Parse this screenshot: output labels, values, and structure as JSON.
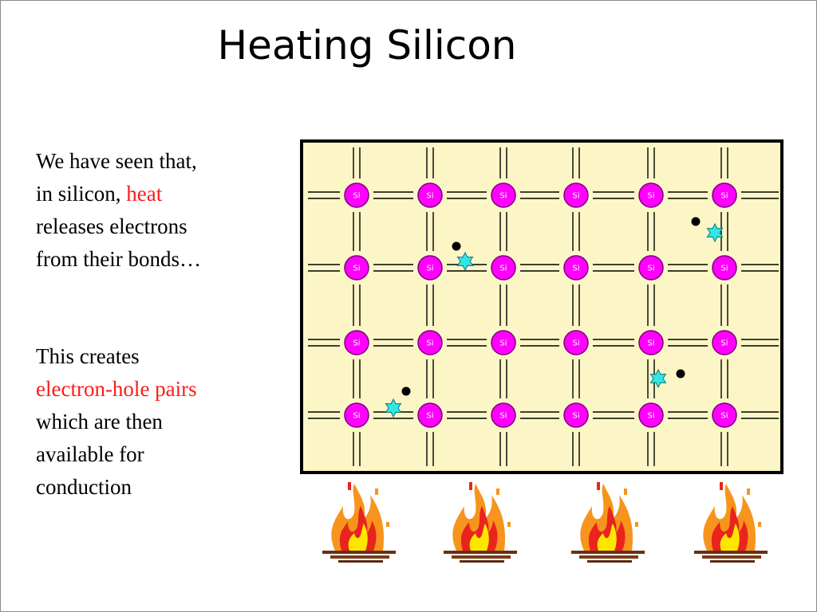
{
  "slide": {
    "title": "Heating Silicon",
    "paragraph1": {
      "line1": "We have seen that,",
      "line2_pre": "in silicon, ",
      "line2_hl": "heat",
      "line3": "releases electrons",
      "line4": "from their bonds…"
    },
    "paragraph2": {
      "line1": "This creates",
      "line2_hl": "electron-hole pairs",
      "line3": "which are then",
      "line4": "available for",
      "line5": "conduction"
    },
    "highlight_color": "#ff1a1a"
  },
  "lattice": {
    "atom_label": "Si",
    "rows": 4,
    "cols": 6,
    "background": "#fcf6c6",
    "atom_color": "#ff00ff",
    "hole_color": "#33e6e6",
    "free_electrons": 4,
    "holes": 4
  },
  "fires": {
    "count": 4,
    "icon": "campfire-icon"
  }
}
